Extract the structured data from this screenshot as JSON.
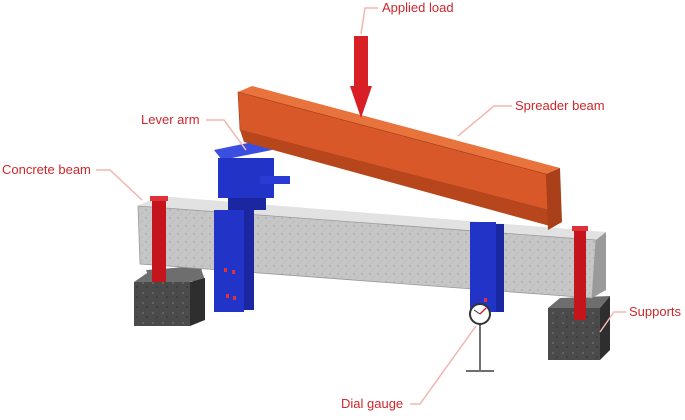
{
  "labels": {
    "applied_load": "Applied load",
    "spreader_beam": "Spreader beam",
    "lever_arm": "Lever arm",
    "concrete_beam": "Concrete beam",
    "supports": "Supports",
    "dial_gauge": "Dial gauge"
  },
  "colors": {
    "label_text": "#d0262b",
    "leader_line": "#f2b6ae",
    "applied_load_arrow": "#d81f26",
    "spreader_beam": "#d9582a",
    "lever_arm": "#2233c8",
    "concrete": "#c4c4c4",
    "support_blocks": "#4a4a4a",
    "red_straps": "#c4141c"
  }
}
